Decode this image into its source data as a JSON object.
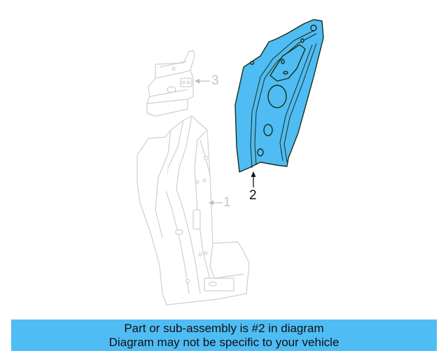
{
  "diagram": {
    "callouts": [
      {
        "number": "1",
        "label": "1",
        "highlighted": false
      },
      {
        "number": "2",
        "label": "2",
        "highlighted": true
      },
      {
        "number": "3",
        "label": "3",
        "highlighted": false
      }
    ],
    "colors": {
      "highlight_fill": "#4fbcf4",
      "highlight_stroke": "#1a3a1a",
      "ghost_stroke": "#cfcfcf",
      "banner_bg": "#4fbcf4"
    }
  },
  "banner": {
    "line1": "Part or sub-assembly is #2 in diagram",
    "line2": "Diagram may not be specific to your vehicle"
  }
}
